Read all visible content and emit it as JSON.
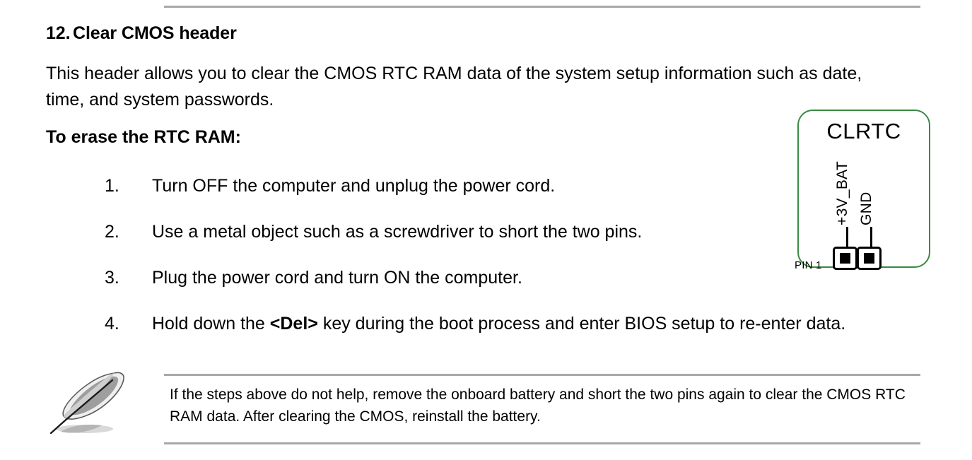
{
  "document": {
    "section": {
      "number": "12.",
      "title": "Clear CMOS header"
    },
    "intro": "This header allows you to clear the CMOS RTC RAM data of the system setup information such as date, time, and system passwords.",
    "subheading": "To erase the RTC RAM:",
    "steps": [
      {
        "number": "1.",
        "text_before": "Turn OFF the computer and unplug the power cord.",
        "bold": "",
        "text_after": ""
      },
      {
        "number": "2.",
        "text_before": "Use a metal object such as a screwdriver to short the two pins.",
        "bold": "",
        "text_after": ""
      },
      {
        "number": "3.",
        "text_before": "Plug the power cord and turn ON the computer.",
        "bold": "",
        "text_after": ""
      },
      {
        "number": "4.",
        "text_before": "Hold down the ",
        "bold": "<Del>",
        "text_after": " key during the boot process and enter BIOS setup to re-enter data."
      }
    ],
    "note": {
      "icon": "quill-pen-icon",
      "text": "If the steps above do not help, remove the onboard battery and short the two pins again to clear the CMOS RTC RAM data. After clearing the CMOS, reinstall the battery."
    },
    "diagram": {
      "title": "CLRTC",
      "labels": {
        "pin_left": "+3V_BAT",
        "pin_right": "GND"
      },
      "pin1_label": "PIN 1",
      "pin_count": 2,
      "border_color": "#3a8a43"
    },
    "colors": {
      "rule": "#a8a8a8",
      "text": "#000000",
      "diagram_border": "#3a8a43",
      "page_background": "#ffffff"
    }
  }
}
